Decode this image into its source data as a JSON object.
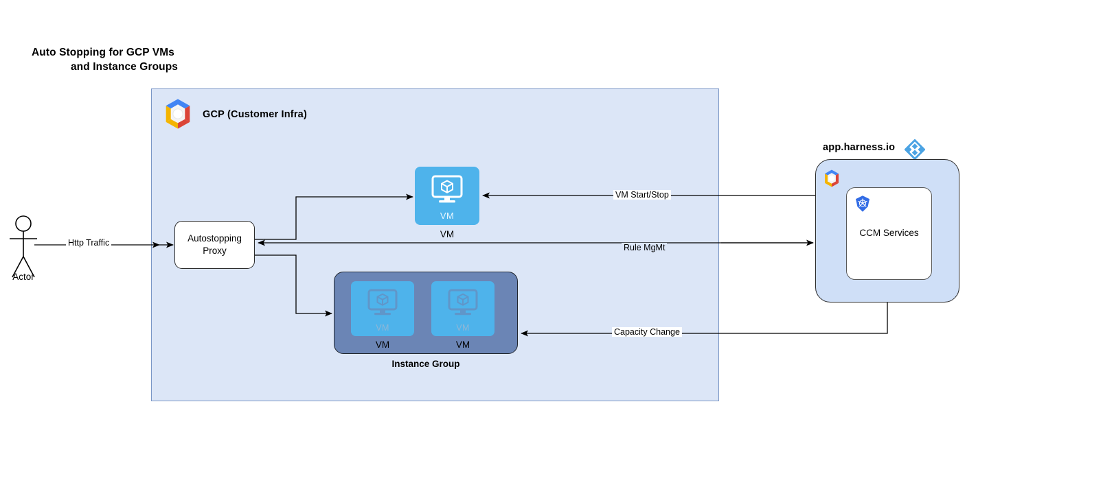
{
  "title": {
    "line1": "Auto Stopping for GCP VMs",
    "line2": "and Instance Groups"
  },
  "colors": {
    "gcp_container_fill": "#dce6f7",
    "gcp_container_border": "#7a96c6",
    "vm_tile": "#4eb3eb",
    "instance_group_fill": "#6b85b5",
    "harness_panel_fill": "#cfdff7",
    "harness_blue": "#4ba3e3",
    "k8s_blue": "#326ce5",
    "proxy_fill": "#ffffff",
    "stroke": "#000000"
  },
  "actor": {
    "label": "Actor",
    "icon": "actor-stick-figure-icon"
  },
  "gcp": {
    "label": "GCP (Customer Infra)",
    "logo_icon": "gcp-hexagon-icon",
    "proxy": {
      "line1": "Autostopping",
      "line2": "Proxy"
    },
    "vm": {
      "inner_label": "VM",
      "caption": "VM",
      "icon": "vm-monitor-cube-icon"
    },
    "instance_group": {
      "caption": "Instance Group",
      "members": [
        {
          "inner_label": "VM",
          "caption": "VM",
          "icon": "vm-monitor-cube-icon"
        },
        {
          "inner_label": "VM",
          "caption": "VM",
          "icon": "vm-monitor-cube-icon"
        }
      ]
    }
  },
  "harness": {
    "label": "app.harness.io",
    "logo_icon": "harness-diamond-icon",
    "gcp_logo_icon": "gcp-hexagon-icon",
    "ccm": {
      "label": "CCM Services",
      "icon": "kubernetes-wheel-icon"
    }
  },
  "connections": [
    {
      "id": "http-traffic",
      "label": "Http Traffic",
      "from": "actor",
      "to": "autostopping-proxy"
    },
    {
      "id": "vm-start-stop",
      "label": "VM Start/Stop",
      "from": "ccm-services",
      "to": "vm"
    },
    {
      "id": "rule-mgmt",
      "label": "Rule MgMt",
      "from": "autostopping-proxy",
      "to": "ccm-services"
    },
    {
      "id": "capacity-change",
      "label": "Capacity Change",
      "from": "ccm-services",
      "to": "instance-group"
    }
  ]
}
